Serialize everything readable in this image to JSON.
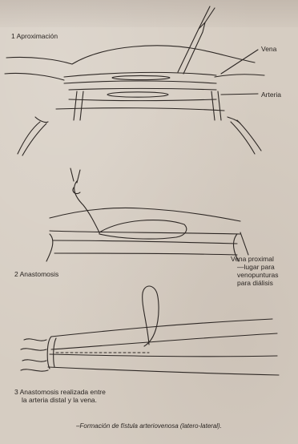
{
  "steps": [
    {
      "label": "1  Aproximación"
    },
    {
      "label": "2  Anastomosis"
    },
    {
      "label_lines": [
        "3  Anastomosis realizada entre",
        "la arteria distal y la vena."
      ]
    }
  ],
  "annotations": {
    "vena": "Vena",
    "arteria": "Arteria",
    "vena_proximal_lines": [
      "Vena proximal",
      "—lugar para",
      "venopunturas",
      "para diálisis"
    ]
  },
  "caption": "–Formación de fístula arteriovenosa (latero-lateral)."
}
